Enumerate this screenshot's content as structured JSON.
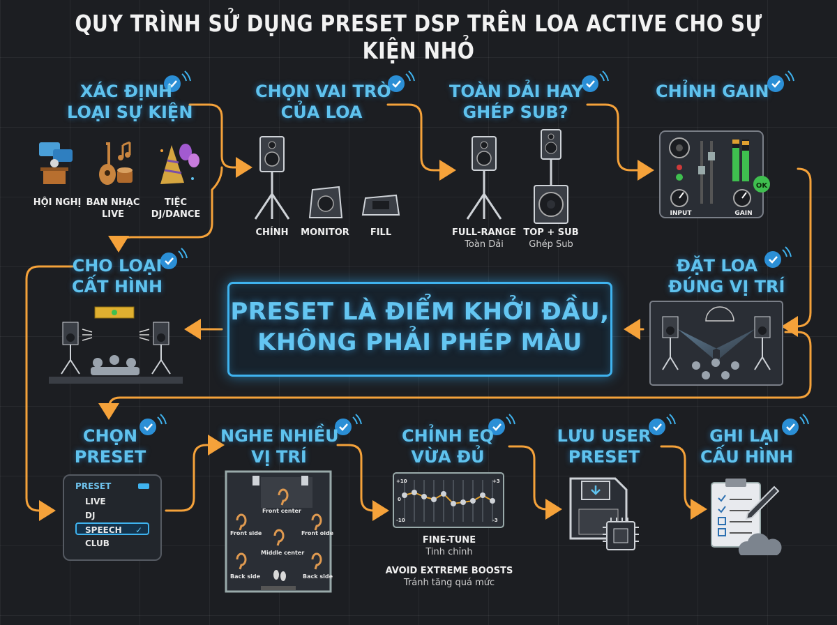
{
  "title": "QUY TRÌNH SỬ DỤNG PRESET DSP TRÊN LOA ACTIVE CHO SỰ KIỆN NHỎ",
  "center_message": {
    "line1": "PRESET LÀ ĐIỂM KHỞI ĐẦU,",
    "line2": "KHÔNG PHẢI PHÉP MÀU"
  },
  "steps": {
    "event_type": {
      "line1": "XÁC ĐỊNH",
      "line2": "LOẠI SỰ KIỆN",
      "items": [
        "HỘI NGHỊ",
        "BAN NHẠC",
        "LIVE",
        "TIỆC",
        "DJ/DANCE"
      ]
    },
    "speaker_role": {
      "line1": "CHỌN VAI TRÒ",
      "line2": "CỦA LOA",
      "items": [
        "CHÍNH",
        "MONITOR",
        "FILL"
      ]
    },
    "fullrange_or_sub": {
      "line1": "TOÀN DẢI HAY",
      "line2": "GHÉP SUB?",
      "items": [
        "FULL-RANGE",
        "TOP + SUB"
      ],
      "subs": [
        "Toàn Dải",
        "Ghép Sub"
      ]
    },
    "gain": {
      "line1": "CHỈNH GAIN",
      "knobs": [
        "INPUT",
        "GAIN"
      ],
      "badge": "OK"
    },
    "placement": {
      "line1": "ĐẶT LOA",
      "line2": "ĐÚNG VỊ TRÍ"
    },
    "level": {
      "line1": "CHO LOẠI",
      "line2": "CẤT HÌNH"
    },
    "choose_preset": {
      "line1": "CHỌN",
      "line2": "PRESET",
      "header": "PRESET",
      "options": [
        "LIVE",
        "DJ",
        "SPEECH",
        "CLUB"
      ],
      "selected": "SPEECH"
    },
    "listen": {
      "line1": "NGHE NHIỀU",
      "line2": "VỊ TRÍ",
      "positions": [
        "Front center",
        "Front side",
        "Front oide",
        "Middle center",
        "Back side",
        "Back side"
      ]
    },
    "eq": {
      "line1": "CHỈNH EQ",
      "line2": "VỪA ĐỦ",
      "notes": [
        "FINE-TUNE",
        "Tinh chỉnh",
        "AVOID EXTREME BOOSTS",
        "Tránh tăng quá mức"
      ],
      "scale": [
        "+10",
        "0",
        "-10",
        "+3",
        "-3"
      ]
    },
    "save": {
      "line1": "LƯU USER",
      "line2": "PRESET"
    },
    "record": {
      "line1": "GHI LẠI",
      "line2": "CẤU HÌNH"
    }
  },
  "colors": {
    "accent": "#5fc2ee",
    "arrow": "#f5a23a",
    "background": "#1c1e22",
    "ok": "#3fbf4f"
  }
}
